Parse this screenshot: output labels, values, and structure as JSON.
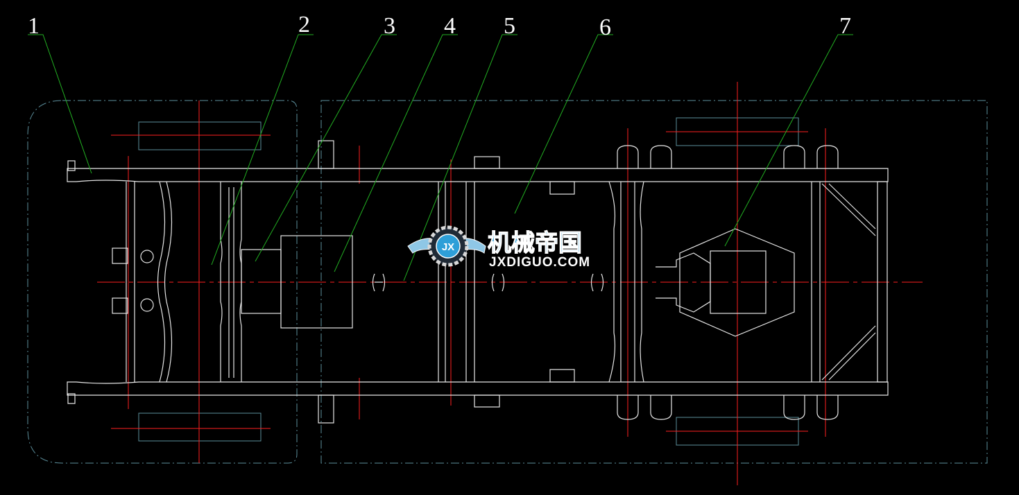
{
  "callouts": [
    {
      "label": "1"
    },
    {
      "label": "2"
    },
    {
      "label": "3"
    },
    {
      "label": "4"
    },
    {
      "label": "5"
    },
    {
      "label": "6"
    },
    {
      "label": "7"
    }
  ],
  "watermark": {
    "logo_text": "JX",
    "cn_text": "机械帝国",
    "en_text": "JXDIGUO.COM"
  },
  "colors": {
    "background": "#000000",
    "frame": "#e8e8e8",
    "centerline": "#ff2020",
    "outline": "#5c8f9c",
    "leader": "#22b022",
    "watermark": "#2e9fd8"
  }
}
